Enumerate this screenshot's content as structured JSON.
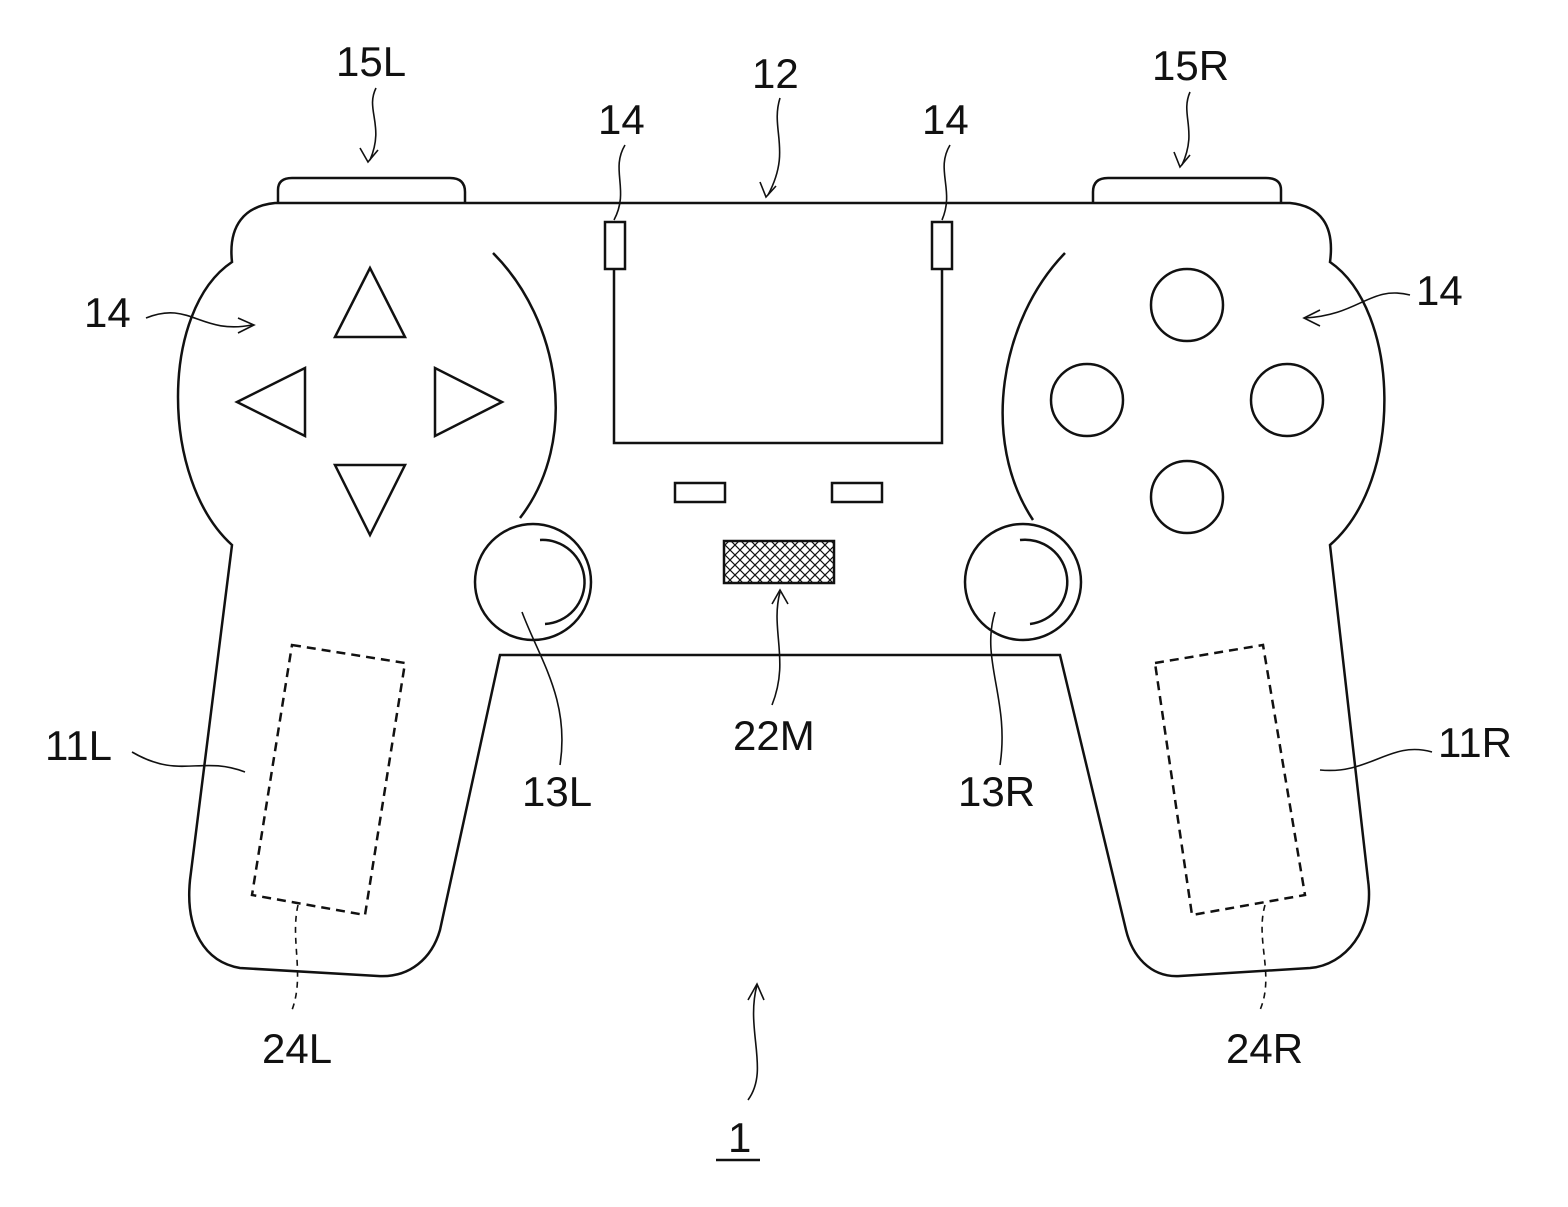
{
  "figure": {
    "reference_numeral": "1",
    "labels": {
      "l_15L": "15L",
      "l_15R": "15R",
      "l_12": "12",
      "l_14_top_left": "14",
      "l_14_top_right": "14",
      "l_14_left": "14",
      "l_14_right": "14",
      "l_11L": "11L",
      "l_11R": "11R",
      "l_13L": "13L",
      "l_13R": "13R",
      "l_22M": "22M",
      "l_24L": "24L",
      "l_24R": "24R"
    }
  }
}
